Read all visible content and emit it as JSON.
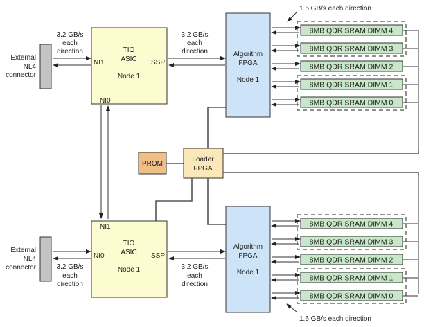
{
  "colors": {
    "tio_asic": "#fcfcd0",
    "algorithm_fpga": "#cce3f8",
    "dimm": "#c8e6c8",
    "prom": "#f0bf86",
    "loader_fpga": "#fbe7b8",
    "connector": "#c4c4c4"
  },
  "top_node": {
    "connector_label": [
      "External",
      "NL4",
      "connector"
    ],
    "link_left_label": [
      "3.2 GB/s",
      "each",
      "direction"
    ],
    "link_right_label": [
      "3.2 GB/s",
      "each",
      "direction"
    ],
    "asic": {
      "title": [
        "TIO",
        "ASIC"
      ],
      "node": "Node 1",
      "port_left": "NI1",
      "port_right": "SSP",
      "port_bottom": "NI0"
    },
    "fpga": {
      "title": [
        "Algorithm",
        "FPGA"
      ],
      "node": "Node 1"
    },
    "dimm_bandwidth_label": "1.6 GB/s each direction",
    "dimms": [
      "8MB QDR SRAM DIMM 4",
      "8MB QDR SRAM DIMM 3",
      "8MB QDR SRAM DIMM 2",
      "8MB QDR SRAM DIMM 1",
      "8MB QDR SRAM DIMM 0"
    ]
  },
  "bottom_node": {
    "connector_label": [
      "External",
      "NL4",
      "connector"
    ],
    "link_left_label": [
      "3.2 GB/s",
      "each",
      "direction"
    ],
    "link_right_label": [
      "3.2 GB/s",
      "each",
      "direction"
    ],
    "asic": {
      "title": [
        "TIO",
        "ASIC"
      ],
      "node": "Node 1",
      "port_left": "NI0",
      "port_right": "SSP",
      "port_top": "NI1"
    },
    "fpga": {
      "title": [
        "Algorithm",
        "FPGA"
      ],
      "node": "Node 1"
    },
    "dimm_bandwidth_label": "1.6 GB/s each direction",
    "dimms": [
      "8MB QDR SRAM DIMM 4",
      "8MB QDR SRAM DIMM 3",
      "8MB QDR SRAM DIMM 2",
      "8MB QDR SRAM DIMM 1",
      "8MB QDR SRAM DIMM 0"
    ]
  },
  "prom": {
    "label": "PROM"
  },
  "loader_fpga": {
    "label": [
      "Loader",
      "FPGA"
    ]
  }
}
